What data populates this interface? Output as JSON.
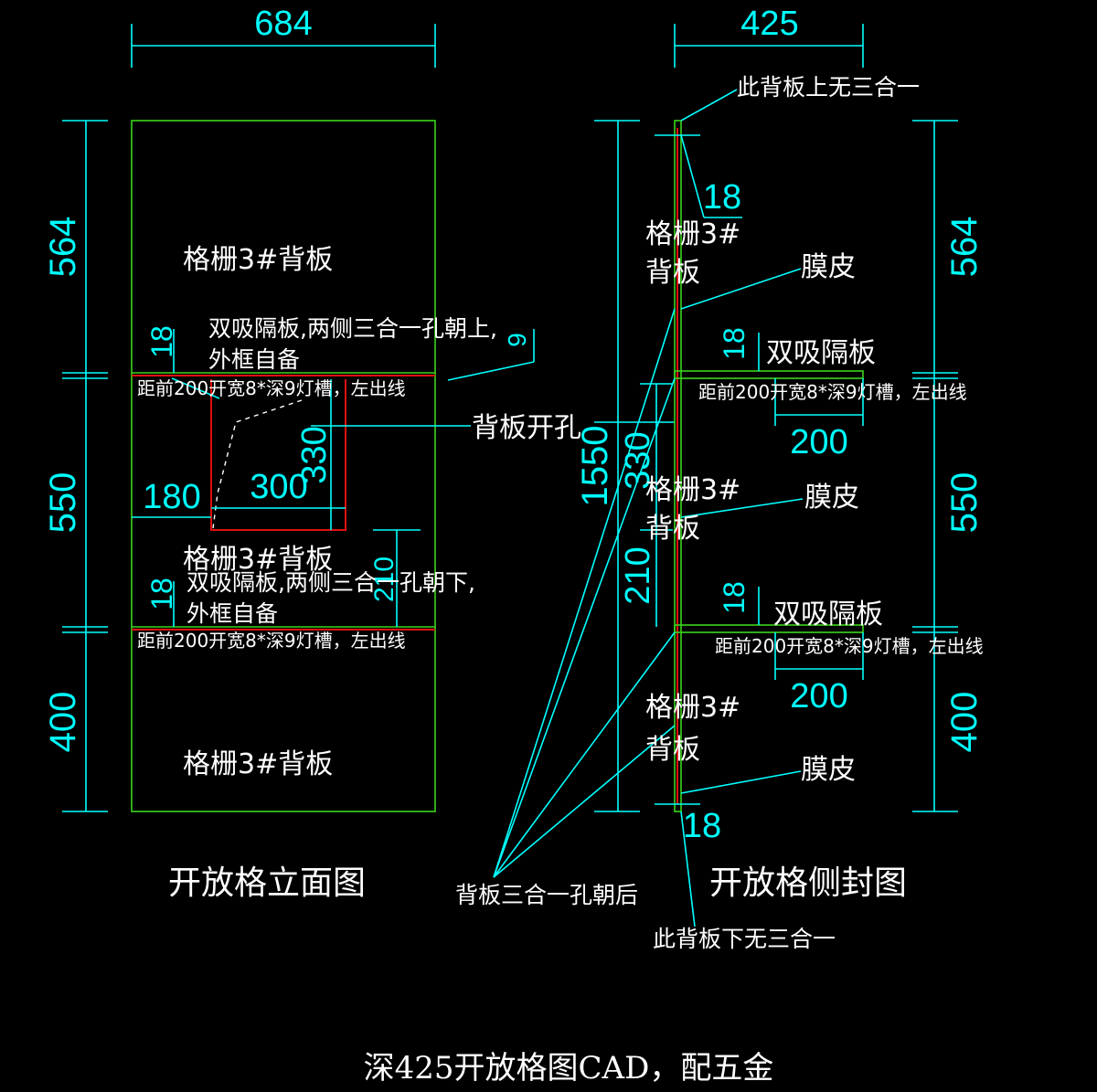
{
  "dims": {
    "front_width": "684",
    "side_depth": "425",
    "h_top": "564",
    "h_mid": "550",
    "h_bot": "400",
    "h_total": "1550",
    "t18": "18",
    "nine": "9",
    "hole_offset": "180",
    "hole_width": "300",
    "hole_height": "330",
    "gap_210": "210",
    "groove_200": "200",
    "v330": "330",
    "v210": "210"
  },
  "labels": {
    "back_panel": "格栅3#背板",
    "back_panel_a": "格栅3#",
    "back_panel_b": "背板",
    "shelf_up_1": "双吸隔板,两侧三合一孔朝上,",
    "shelf_down_1": "双吸隔板,两侧三合一孔朝下,",
    "frame_self": "外框自备",
    "groove_note": "距前200开宽8*深9灯槽，左出线",
    "hole_note": "背板开孔",
    "film": "膜皮",
    "shelf": "双吸隔板",
    "no_top": "此背板上无三合一",
    "no_bottom": "此背板下无三合一",
    "rear_hole": "背板三合一孔朝后",
    "front_title": "开放格立面图",
    "side_title": "开放格侧封图",
    "caption": "深425开放格图CAD，配五金"
  },
  "colors": {
    "background": "#000000",
    "dimension": "#00ffff",
    "panel": "#3cd41c",
    "hole": "#e01010",
    "text": "#ffffff"
  }
}
